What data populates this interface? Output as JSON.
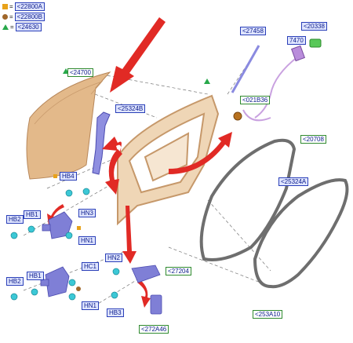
{
  "legend": [
    {
      "symbol": "square",
      "color": "#e8a21a",
      "code": "<22800A",
      "icon": "square-marker-icon"
    },
    {
      "symbol": "circle",
      "color": "#a0672a",
      "code": "<22800B",
      "icon": "circle-marker-icon"
    },
    {
      "symbol": "triangle",
      "color": "#27a84a",
      "code": "<24630",
      "icon": "triangle-marker-icon"
    }
  ],
  "eq_sign": "=",
  "callouts": {
    "door_skin": "<24700",
    "bracket_upper": "<25324B",
    "rod_upper": "<27458",
    "latch_cable": "<20338",
    "latch_code": "7470",
    "cable_clip": "<021B36",
    "weatherstrip_outer": "<20708",
    "weatherstrip_inner": "<25324A",
    "seal_bottom": "<253A10",
    "hinge_lower_check": "<27204",
    "check_strap": "<272A46",
    "hb4": "HB4",
    "hb2_a": "HB2",
    "hb1_a": "HB1",
    "hn3": "HN3",
    "hn1_a": "HN1",
    "hc1": "HC1",
    "hb2_b": "HB2",
    "hb1_b": "HB1",
    "hn1_b": "HN1",
    "hn2": "HN2",
    "hb3": "HB3"
  },
  "colors": {
    "door_panel": "#e3b98a",
    "door_frame": "#d9b084",
    "weatherstrip": "#6e6e6e",
    "arrow": "#e12a25",
    "bracket": "#7f7fd6",
    "fastener": "#3cc8d6"
  }
}
